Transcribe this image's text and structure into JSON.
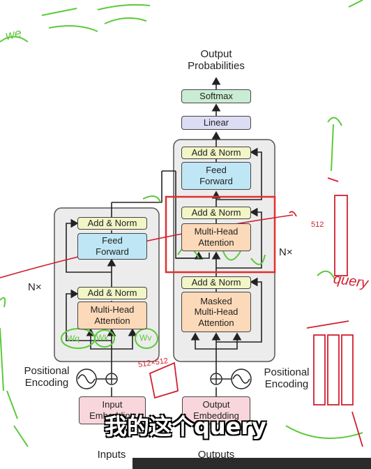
{
  "diagram": {
    "output_probabilities": "Output\nProbabilities",
    "softmax": "Softmax",
    "linear": "Linear",
    "decoder": {
      "add_norm_top": "Add & Norm",
      "feed_forward": "Feed\nForward",
      "add_norm_mid": "Add & Norm",
      "multi_head_attention": "Multi-Head\nAttention",
      "add_norm_bottom": "Add & Norm",
      "masked_mha": "Masked\nMulti-Head\nAttention",
      "nx": "N×"
    },
    "encoder": {
      "add_norm_top": "Add & Norm",
      "feed_forward": "Feed\nForward",
      "add_norm_bottom": "Add & Norm",
      "multi_head_attention": "Multi-Head\nAttention",
      "nx": "N×"
    },
    "positional_encoding_left": "Positional\nEncoding",
    "positional_encoding_right": "Positional\nEncoding",
    "input_embedding": "Input\nEmbedding",
    "output_embedding": "Output\nEmbedding",
    "inputs": "Inputs",
    "outputs": "Outputs"
  },
  "subtitle": "我的这个query",
  "annotations": {
    "wo_top": "we",
    "qkv_left": "Wq",
    "qkv_left2": "Wk",
    "qkv_right": "Wv",
    "dims": "512×512",
    "dims_right": "512",
    "query_note": "query",
    "colors": {
      "green_ink": "#5cc93a",
      "red_ink": "#d11f2f",
      "highlight": "#e0302f"
    }
  }
}
